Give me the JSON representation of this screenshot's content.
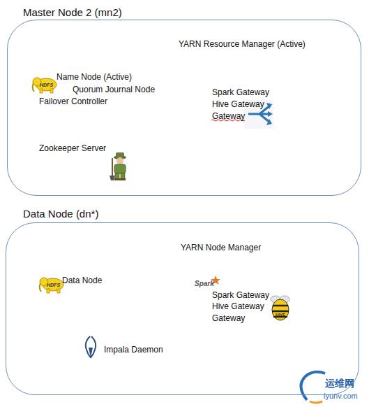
{
  "diagram": {
    "nodes": [
      {
        "text": [
          "Master Node 2 (mn2)",
          "YARN Resource Manager (Active)",
          "Name Node (Active)",
          "Quorum Journal Node",
          "Failover Controller",
          "Spark Gateway",
          "Hive Gateway",
          "Gateway",
          "Zookeeper Server"
        ]
      },
      {
        "text": [
          "Data Node (dn*)",
          "YARN Node Manager",
          "Data Node",
          "Spark Gateway",
          "Hive Gateway",
          "Gateway",
          "Impala Daemon"
        ]
      }
    ],
    "labels": [
      "HDFS",
      "HDFS",
      "Spark",
      "HIVE",
      "运维网",
      "iyunv.com"
    ]
  }
}
